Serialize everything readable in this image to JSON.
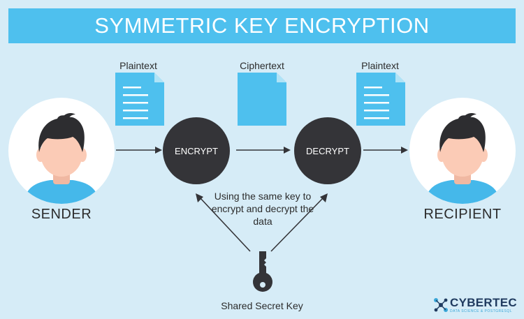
{
  "title": "SYMMETRIC KEY ENCRYPTION",
  "documents": {
    "left_label": "Plaintext",
    "middle_label": "Ciphertext",
    "right_label": "Plaintext"
  },
  "nodes": {
    "encrypt": "ENCRYPT",
    "decrypt": "DECRYPT"
  },
  "people": {
    "sender": "SENDER",
    "recipient": "RECIPIENT"
  },
  "note": "Using the same key to encrypt and decrypt the data",
  "key_label": "Shared Secret Key",
  "logo": {
    "name": "CYBERTEC",
    "tagline": "DATA SCIENCE & POSTGRESQL"
  },
  "colors": {
    "background": "#d6ecf7",
    "banner": "#4ec0ee",
    "document": "#4ec0ee",
    "node": "#343438",
    "skin": "#fbcbb6",
    "hair": "#2d2d30",
    "shirt": "#45b8ea"
  }
}
